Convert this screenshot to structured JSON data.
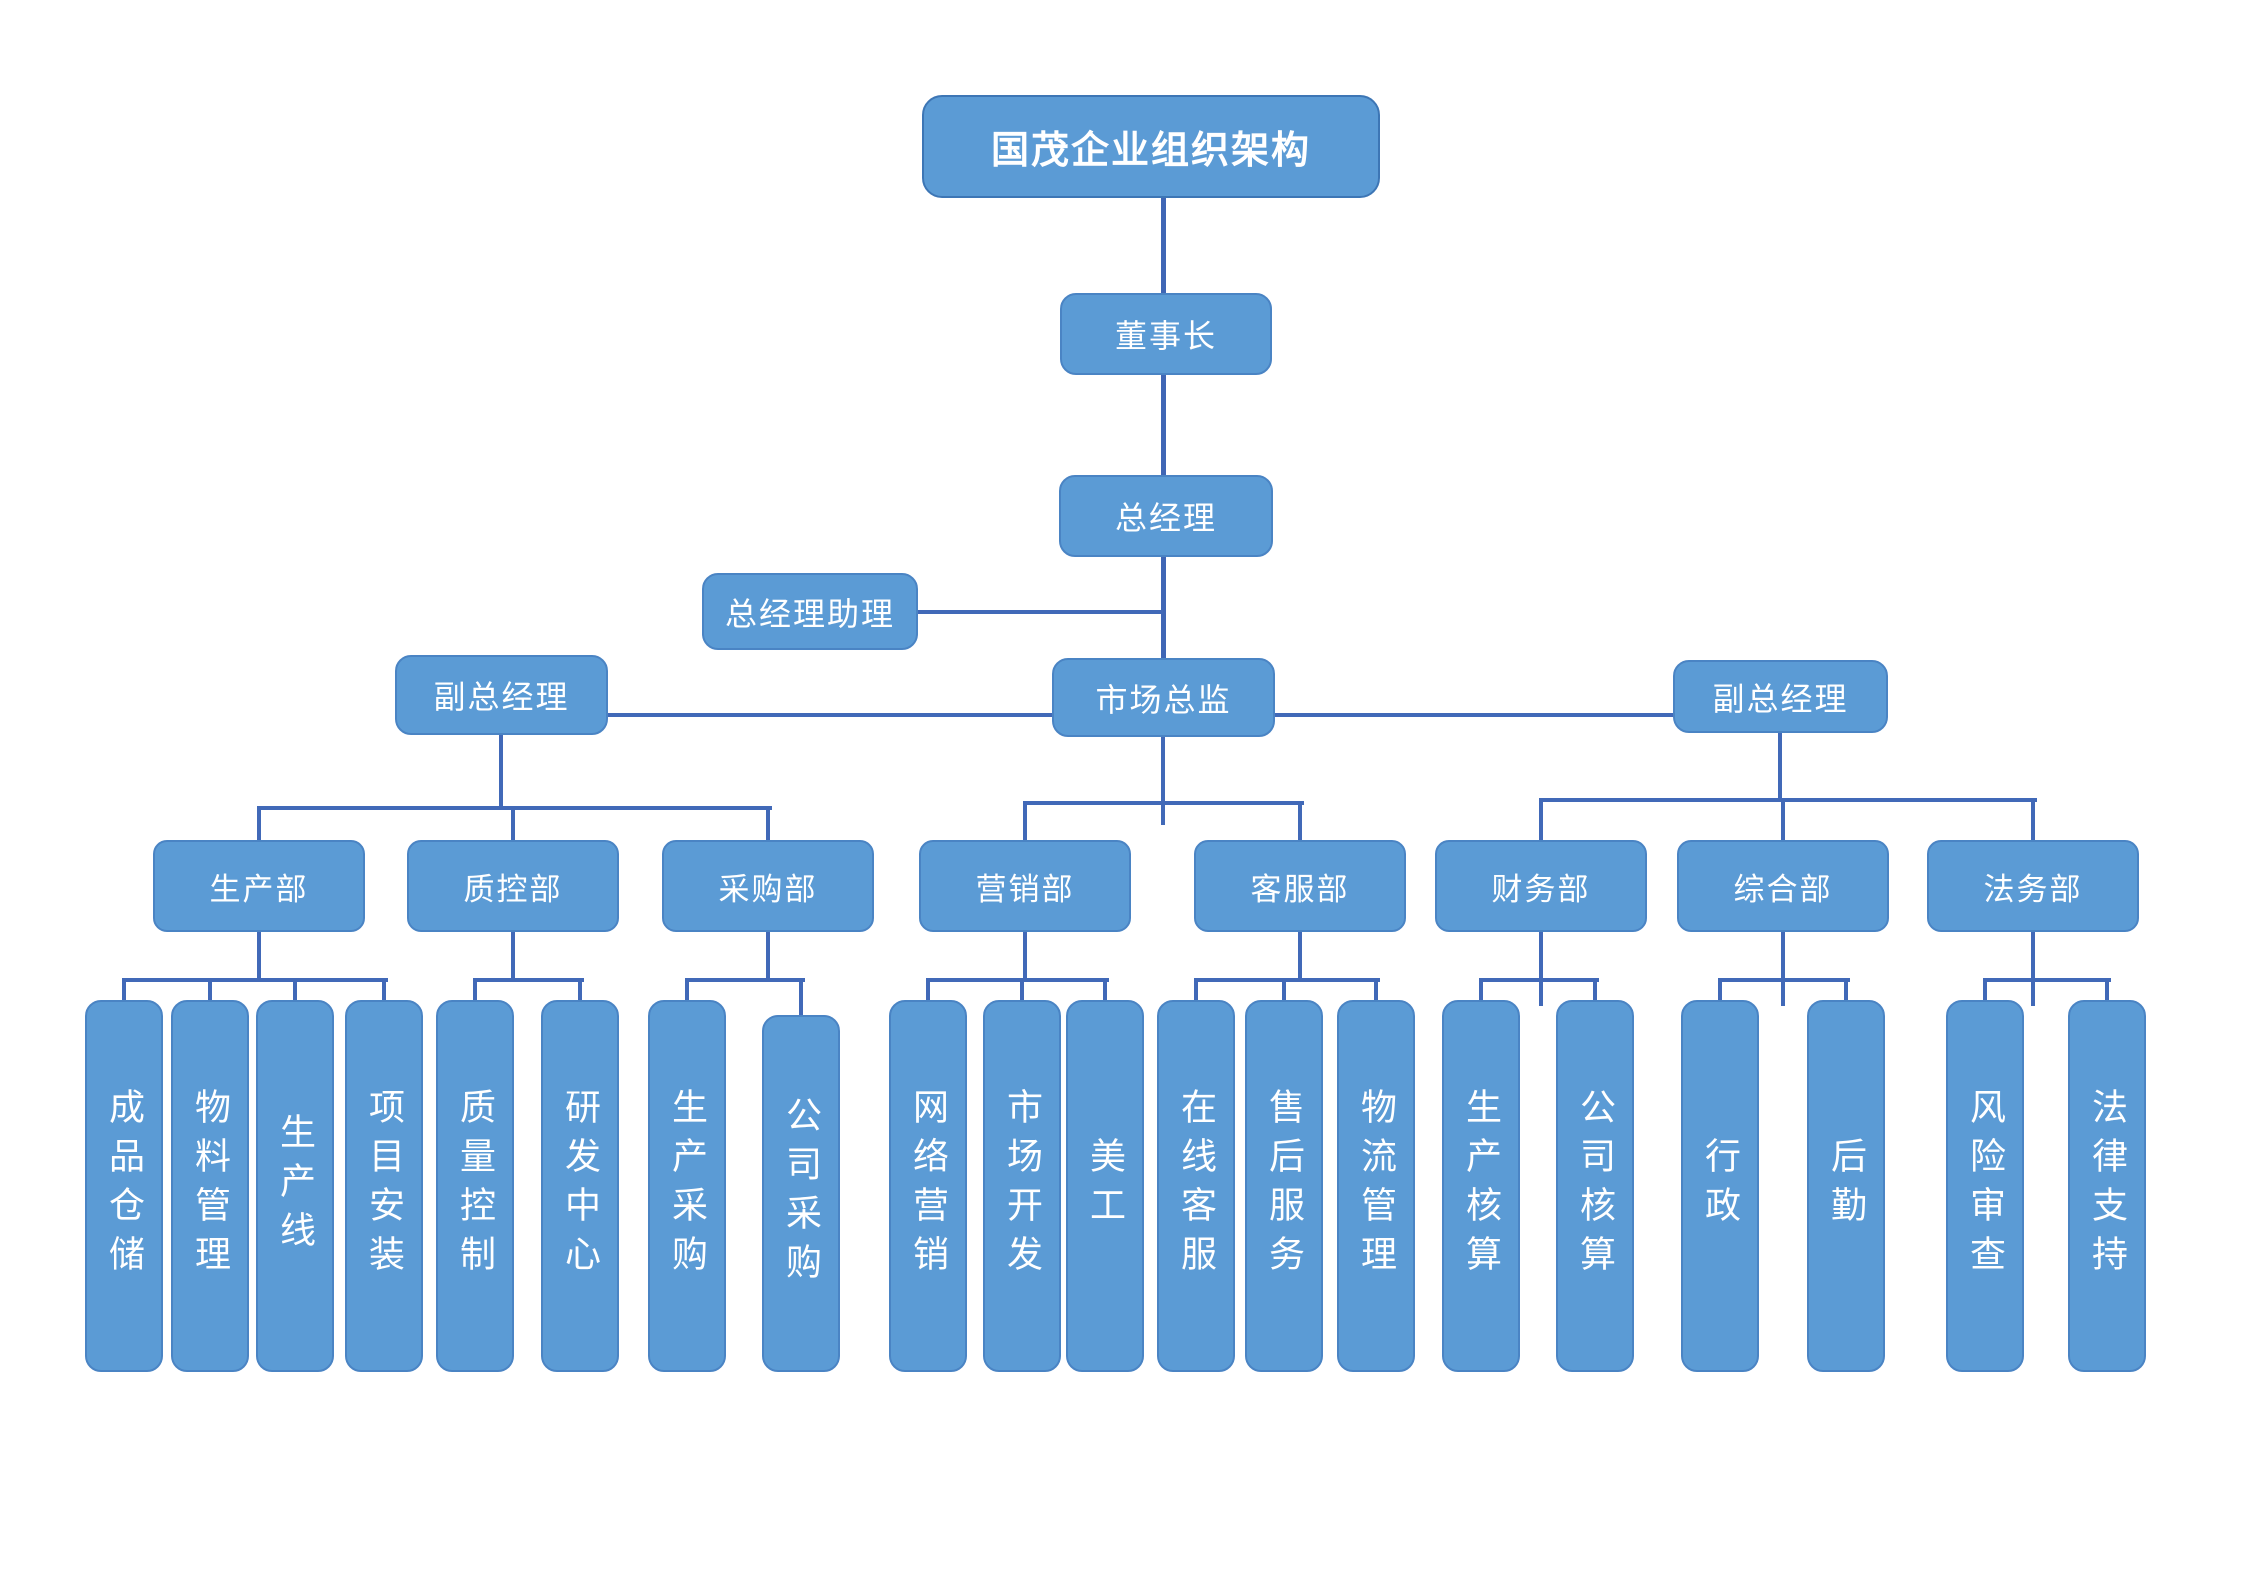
{
  "org": {
    "title": "国茂企业组织架构",
    "chairman": "董事长",
    "general_manager": "总经理",
    "gm_assistant": "总经理助理",
    "deputy_gm_left": "副总经理",
    "marketing_director": "市场总监",
    "deputy_gm_right": "副总经理",
    "departments": {
      "production": "生产部",
      "quality_control": "质控部",
      "procurement": "采购部",
      "marketing": "营销部",
      "customer_service": "客服部",
      "finance": "财务部",
      "general_affairs": "综合部",
      "legal": "法务部"
    },
    "units": {
      "finished_goods_warehouse": "成品仓储",
      "material_management": "物料管理",
      "production_line": "生产线",
      "project_installation": "项目安装",
      "quality_control": "质量控制",
      "rd_center": "研发中心",
      "production_procurement": "生产采购",
      "company_procurement": "公司采购",
      "online_marketing": "网络营销",
      "market_development": "市场开发",
      "art_design": "美工",
      "online_customer_service": "在线客服",
      "after_sales_service": "售后服务",
      "logistics_management": "物流管理",
      "production_accounting": "生产核算",
      "company_accounting": "公司核算",
      "administration": "行政",
      "logistics_support": "后勤",
      "risk_review": "风险审查",
      "legal_support": "法律支持"
    },
    "colors": {
      "node_fill": "#5b9bd5",
      "node_border": "#4a84c4",
      "connector": "#4169b8",
      "text": "#ffffff"
    }
  }
}
